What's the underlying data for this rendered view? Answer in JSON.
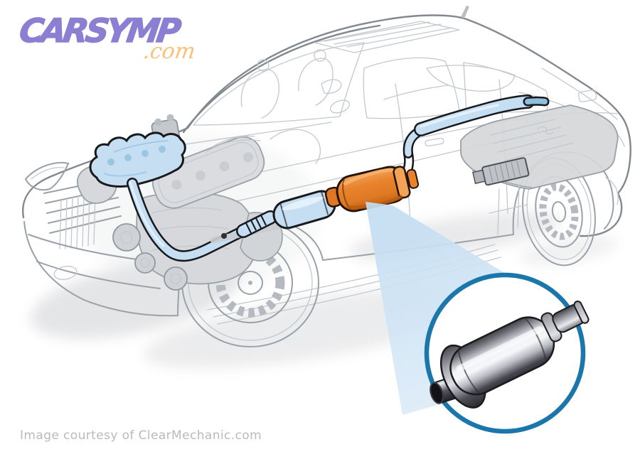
{
  "logo": {
    "brand": "CARSYMP",
    "tld": ".com"
  },
  "caption": {
    "text": "Image courtesy of ClearMechanic.com"
  },
  "diagram": {
    "subject": "cutaway-sedan-exhaust-system-illustration",
    "highlighted_system": "exhaust-system",
    "focus_component": "muffler",
    "parts": [
      "exhaust-manifold",
      "downpipe",
      "flex-pipe",
      "catalytic-converter",
      "muffler",
      "tailpipe",
      "engine",
      "fuel-tank",
      "front-wheel",
      "rear-wheel"
    ],
    "callout": {
      "style": "circle",
      "content": "muffler-closeup"
    }
  },
  "colors": {
    "brand_purple": "#8a7fd2",
    "tld_orange": "#f7c276",
    "caption_gray": "#b9babc",
    "line_art": "#9aa1a8",
    "line_art_light": "#c3c8cd",
    "line_art_dark": "#81888f",
    "panel_gray": "#d7d9dc",
    "panel_stroke": "#9aa0a6",
    "highlight_blue": "#c5def2",
    "highlight_blue_deep": "#8fbede",
    "highlight_sheen": "#e9f3fb",
    "outline_dark": "#17191d",
    "muffler_orange": "#e8832c",
    "muffler_orange_dark": "#c05f15",
    "muffler_orange_light": "#f3a258",
    "beam_blue": "#c3ddf1",
    "beam_blue_light": "#dcebf8",
    "callout_border": "#1b76ab",
    "metal_dark": "#2c2c32",
    "metal_mid": "#9a9aa3",
    "metal_light": "#f1f2f5",
    "shadow_gray": "#cfd0d3"
  }
}
